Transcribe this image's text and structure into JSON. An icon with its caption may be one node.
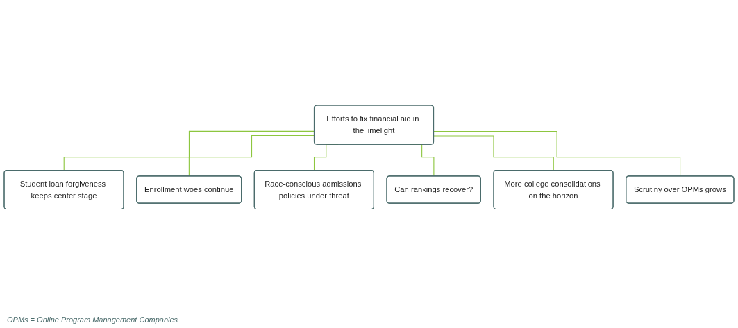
{
  "diagram": {
    "nodes": [
      {
        "text": [
          "Efforts to fix financial aid in the limelight"
        ]
      },
      {
        "text": [
          "Student loan forgiveness keeps center stage"
        ]
      },
      {
        "text": [
          "Enrollment woes continue"
        ]
      },
      {
        "text": [
          "Race-conscious admissions policies under threat"
        ]
      },
      {
        "text": [
          "Can rankings recover?"
        ]
      },
      {
        "text": [
          "More college consolidations on the horizon"
        ]
      },
      {
        "text": [
          "Scrutiny over OPMs grows"
        ]
      }
    ],
    "edges": [
      {
        "from": 0,
        "to": 1,
        "arrow": "none",
        "color": "#8dc63f"
      },
      {
        "from": 0,
        "to": 2,
        "arrow": "none",
        "color": "#8dc63f"
      },
      {
        "from": 0,
        "to": 3,
        "arrow": "none",
        "color": "#8dc63f"
      },
      {
        "from": 0,
        "to": 4,
        "arrow": "none",
        "color": "#8dc63f"
      },
      {
        "from": 0,
        "to": 5,
        "arrow": "none",
        "color": "#8dc63f"
      },
      {
        "from": 0,
        "to": 6,
        "arrow": "none",
        "color": "#8dc63f"
      }
    ],
    "labels": [
      "OPMs = Online Program Management Companies"
    ]
  }
}
